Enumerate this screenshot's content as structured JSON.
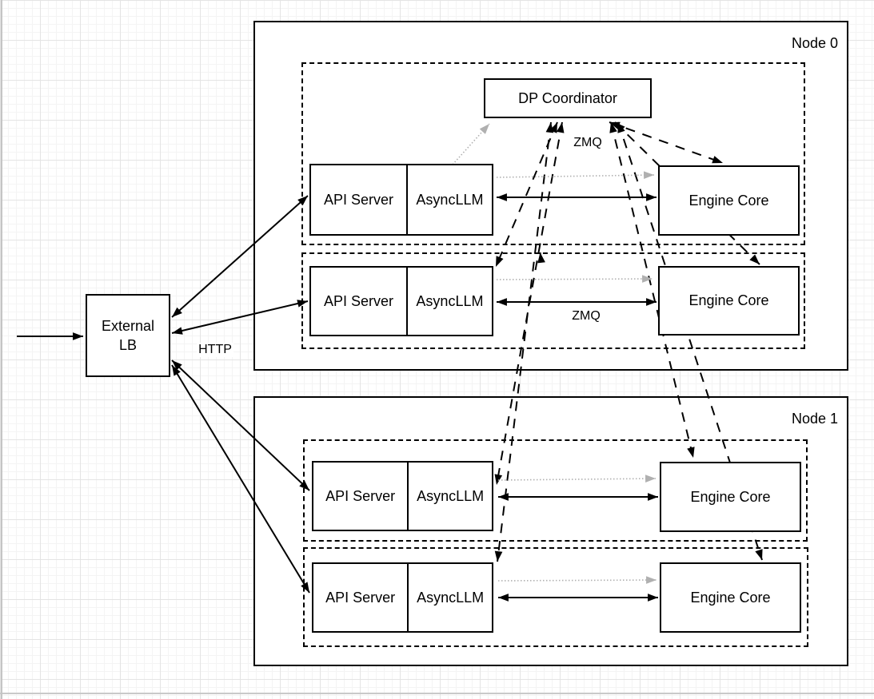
{
  "nodes": [
    {
      "label": "Node 0"
    },
    {
      "label": "Node 1"
    }
  ],
  "coordinator": {
    "label": "DP Coordinator"
  },
  "load_balancer": {
    "line1": "External",
    "line2": "LB"
  },
  "components": {
    "api_server": "API Server",
    "async_llm": "AsyncLLM",
    "engine_core": "Engine Core"
  },
  "edge_labels": {
    "http": "HTTP",
    "zmq_coordinator": "ZMQ",
    "zmq_engine": "ZMQ"
  },
  "colors": {
    "stroke": "#000000",
    "gray_arrow": "#b0b0b0",
    "box_fill": "#ffffff",
    "grid_minor": "#f4f4f4",
    "grid_major": "#e4e4e4"
  }
}
